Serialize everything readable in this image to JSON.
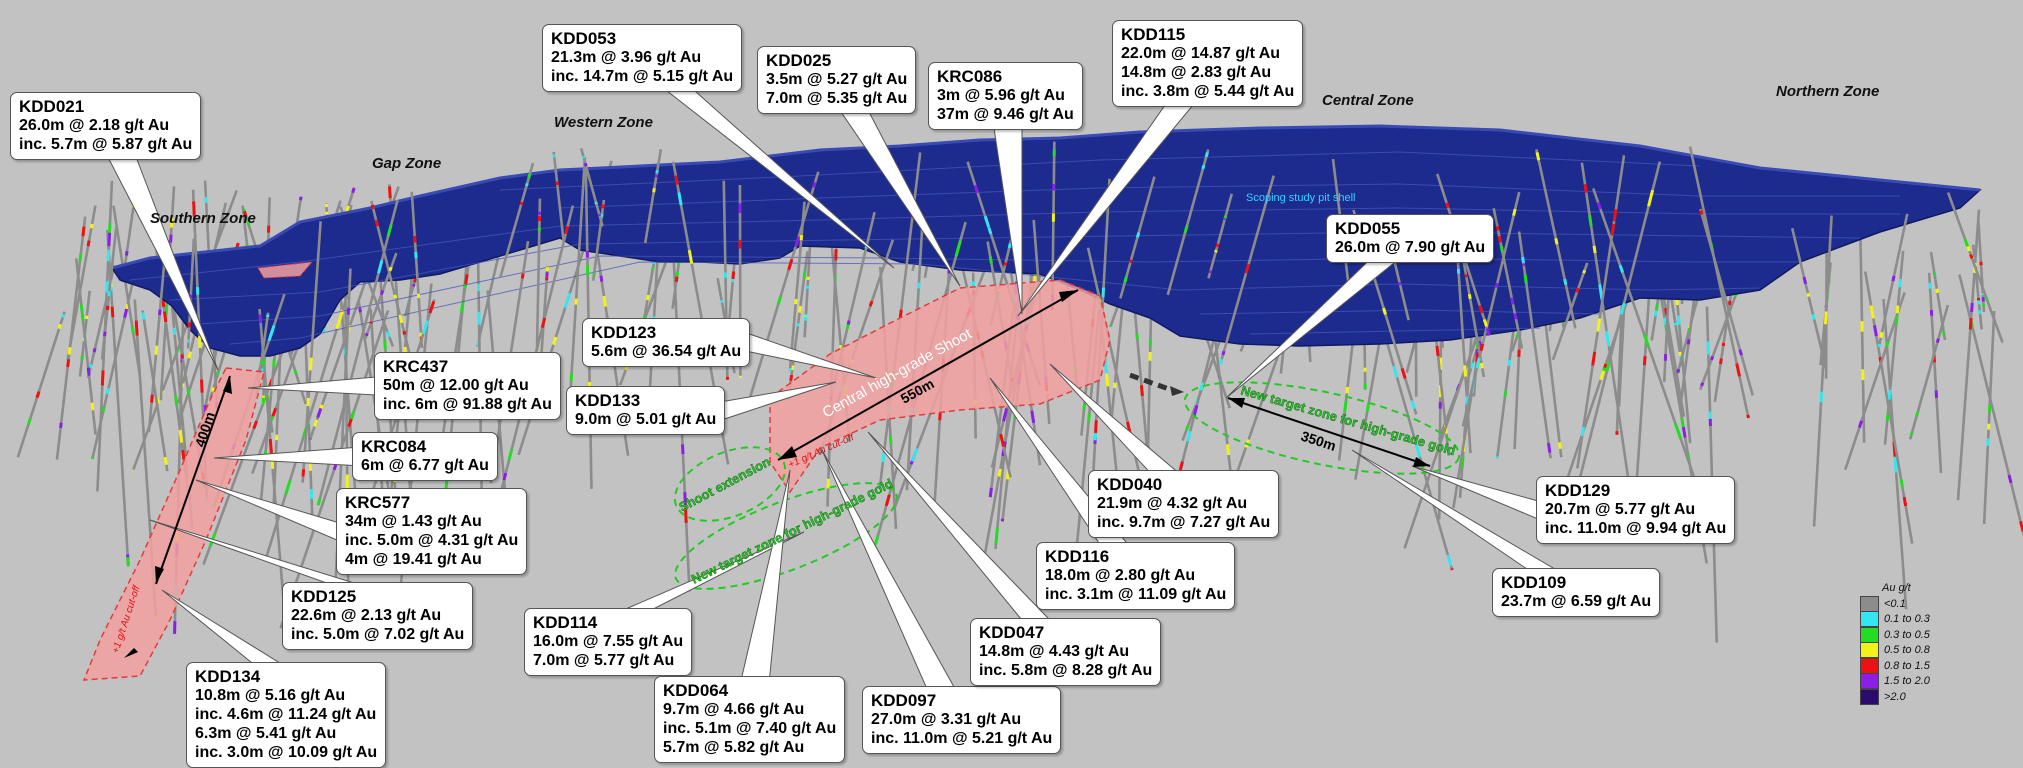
{
  "zones": [
    "Southern Zone",
    "Gap Zone",
    "Western Zone",
    "Central Zone",
    "Northern Zone"
  ],
  "pit_label": "Scoping study pit shell",
  "annotations": {
    "central_shoot": "Central high-grade Shoot",
    "shoot_extension": "Shoot extension",
    "target_zone_1": "New target zone for high-grade gold",
    "target_zone_2": "New target zone for high-grade gold",
    "cutoff_1": "+1 g/t Au cut-off",
    "cutoff_2": "+1 g/t Au cut-off",
    "dim_550": "550m",
    "dim_400": "400m",
    "dim_350": "350m"
  },
  "callouts": [
    {
      "hole": "KDD021",
      "lines": [
        "26.0m @ 2.18 g/t Au",
        "inc. 5.7m @ 5.87 g/t Au"
      ]
    },
    {
      "hole": "KDD053",
      "lines": [
        "21.3m @ 3.96 g/t Au",
        "inc. 14.7m @ 5.15 g/t Au"
      ]
    },
    {
      "hole": "KDD025",
      "lines": [
        "3.5m @ 5.27 g/t Au",
        "7.0m @ 5.35 g/t Au"
      ]
    },
    {
      "hole": "KRC086",
      "lines": [
        "3m @ 5.96 g/t Au",
        "37m @ 9.46 g/t Au"
      ]
    },
    {
      "hole": "KDD115",
      "lines": [
        "22.0m @ 14.87 g/t Au",
        "14.8m @ 2.83 g/t Au",
        "inc. 3.8m @ 5.44 g/t Au"
      ]
    },
    {
      "hole": "KDD055",
      "lines": [
        "26.0m @ 7.90 g/t Au"
      ]
    },
    {
      "hole": "KDD123",
      "lines": [
        "5.6m @ 36.54 g/t Au"
      ]
    },
    {
      "hole": "KDD133",
      "lines": [
        "9.0m @ 5.01 g/t Au"
      ]
    },
    {
      "hole": "KRC437",
      "lines": [
        "50m @ 12.00 g/t Au",
        "inc. 6m @ 91.88 g/t Au"
      ]
    },
    {
      "hole": "KRC084",
      "lines": [
        "6m @ 6.77 g/t Au"
      ]
    },
    {
      "hole": "KRC577",
      "lines": [
        "34m @ 1.43 g/t Au",
        "inc. 5.0m @ 4.31 g/t Au",
        "4m @ 19.41 g/t Au"
      ]
    },
    {
      "hole": "KDD125",
      "lines": [
        "22.6m @ 2.13 g/t Au",
        "inc. 5.0m @ 7.02 g/t Au"
      ]
    },
    {
      "hole": "KDD134",
      "lines": [
        "10.8m @ 5.16 g/t Au",
        "inc. 4.6m @ 11.24 g/t Au",
        "6.3m @ 5.41 g/t Au",
        "inc. 3.0m @ 10.09 g/t Au"
      ]
    },
    {
      "hole": "KDD114",
      "lines": [
        "16.0m @ 7.55 g/t Au",
        "7.0m @ 5.77 g/t Au"
      ]
    },
    {
      "hole": "KDD064",
      "lines": [
        "9.7m @ 4.66 g/t Au",
        "inc. 5.1m @ 7.40 g/t Au",
        "5.7m @ 5.82 g/t Au"
      ]
    },
    {
      "hole": "KDD097",
      "lines": [
        "27.0m @ 3.31 g/t Au",
        "inc. 11.0m @ 5.21 g/t Au"
      ]
    },
    {
      "hole": "KDD047",
      "lines": [
        "14.8m @ 4.43 g/t Au",
        "inc. 5.8m @ 8.28 g/t Au"
      ]
    },
    {
      "hole": "KDD116",
      "lines": [
        "18.0m @ 2.80 g/t Au",
        "inc. 3.1m @ 11.09 g/t Au"
      ]
    },
    {
      "hole": "KDD040",
      "lines": [
        "21.9m @ 4.32 g/t Au",
        "inc. 9.7m @ 7.27 g/t Au"
      ]
    },
    {
      "hole": "KDD129",
      "lines": [
        "20.7m @ 5.77 g/t Au",
        "inc. 11.0m @ 9.94 g/t Au"
      ]
    },
    {
      "hole": "KDD109",
      "lines": [
        "23.7m @ 6.59 g/t Au"
      ]
    }
  ],
  "legend": {
    "title": "Au g/t",
    "items": [
      {
        "label": "<0.1",
        "color": "#8c8c8c"
      },
      {
        "label": "0.1 to 0.3",
        "color": "#33e6f0"
      },
      {
        "label": "0.3 to 0.5",
        "color": "#22dd22"
      },
      {
        "label": "0.5 to 0.8",
        "color": "#f2f21a"
      },
      {
        "label": "0.8 to 1.5",
        "color": "#ee1111"
      },
      {
        "label": "1.5 to 2.0",
        "color": "#8b1fe6"
      },
      {
        "label": ">2.0",
        "color": "#2a0b6e"
      }
    ]
  },
  "colors": {
    "background": "#c2c2c2",
    "pit_shell": "#1c2a8c",
    "shoot_fill": "#f2a0a0",
    "shoot_outline": "#e23c3c",
    "target_outline": "#28c628",
    "drill_trace": "#8a8a8a"
  }
}
